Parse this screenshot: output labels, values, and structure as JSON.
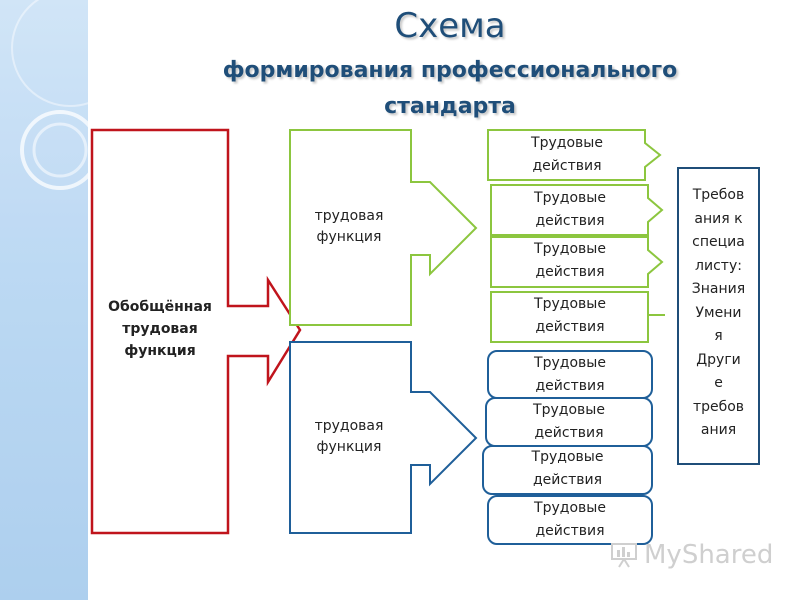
{
  "title": {
    "line1": "Схема",
    "line2": "формирования профессионального",
    "line3": "стандарта"
  },
  "generalized_function": {
    "lines": [
      "Обобщённая",
      "трудовая",
      "функция"
    ]
  },
  "labor_functions": [
    {
      "lines": [
        "трудовая",
        "функция"
      ]
    },
    {
      "lines": [
        "трудовая",
        "функция"
      ]
    }
  ],
  "labor_actions": [
    {
      "lines": [
        "Трудовые",
        "действия"
      ]
    },
    {
      "lines": [
        "Трудовые",
        "действия"
      ]
    },
    {
      "lines": [
        "Трудовые",
        "действия"
      ]
    },
    {
      "lines": [
        "Трудовые",
        "действия"
      ]
    },
    {
      "lines": [
        "Трудовые",
        "действия"
      ]
    },
    {
      "lines": [
        "Трудовые",
        "действия"
      ]
    },
    {
      "lines": [
        "Трудовые",
        "действия"
      ]
    },
    {
      "lines": [
        "Трудовые",
        "действия"
      ]
    }
  ],
  "requirements": {
    "lines": [
      "Требов",
      "ания к",
      "специа",
      "листу:",
      "Знания",
      "Умени",
      "я",
      "Други",
      "е",
      "требов",
      "ания"
    ]
  },
  "watermark": {
    "text": "MyShared"
  },
  "colors": {
    "title": "#1f4e79",
    "generalized": "#c0141c",
    "function_top": "#8cc63f",
    "function_bottom": "#1f5f99",
    "requirements_border": "#1f4e79",
    "side_panel": "#b9d7f3"
  }
}
